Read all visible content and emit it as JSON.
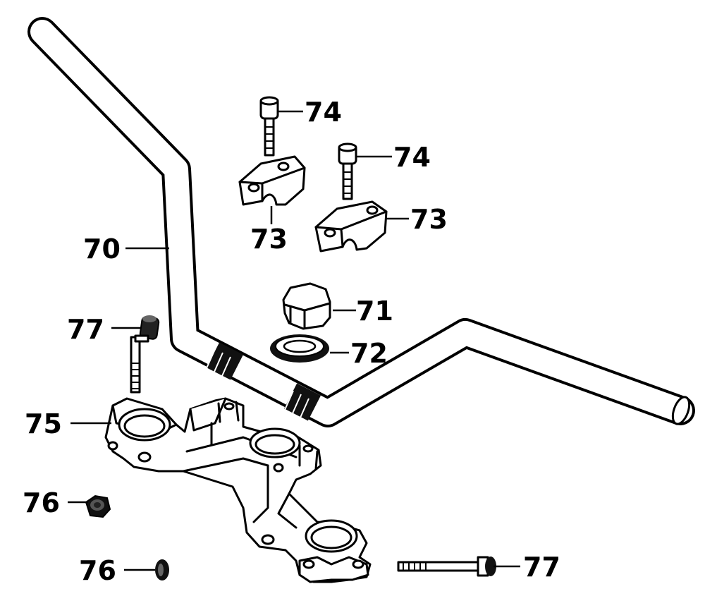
{
  "callouts": {
    "c70": "70",
    "c71": "71",
    "c72": "72",
    "c73a": "73",
    "c73b": "73",
    "c74a": "74",
    "c74b": "74",
    "c75": "75",
    "c76a": "76",
    "c76b": "76",
    "c77a": "77",
    "c77b": "77"
  }
}
